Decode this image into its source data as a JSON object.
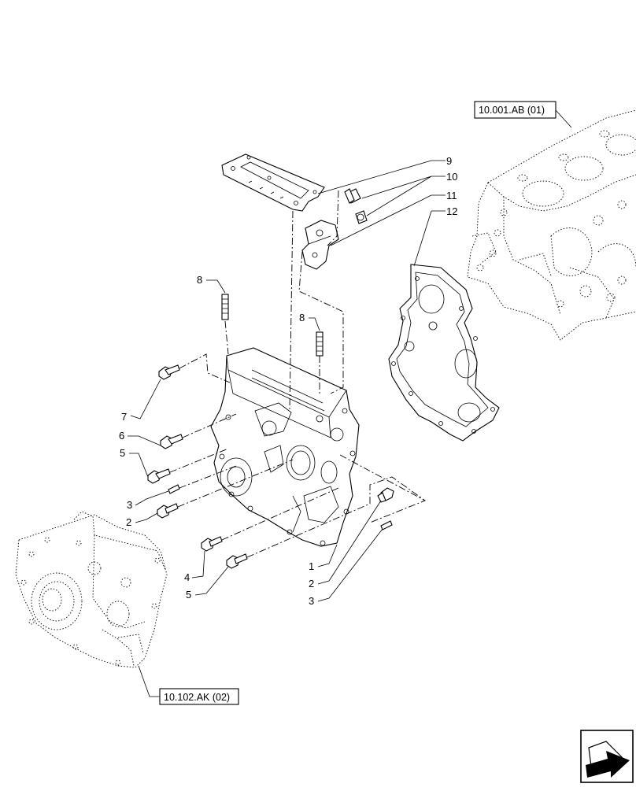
{
  "callouts": [
    "9",
    "10",
    "11",
    "12",
    "8",
    "8",
    "7",
    "6",
    "5",
    "3",
    "2",
    "4",
    "5",
    "1",
    "2",
    "3"
  ],
  "references": {
    "engine_block": "10.001.AB (01)",
    "timing_cover": "10.102.AK (02)"
  },
  "nav_icon": "next-page-arrow-icon",
  "colors": {
    "line": "#000000",
    "background": "#ffffff"
  }
}
